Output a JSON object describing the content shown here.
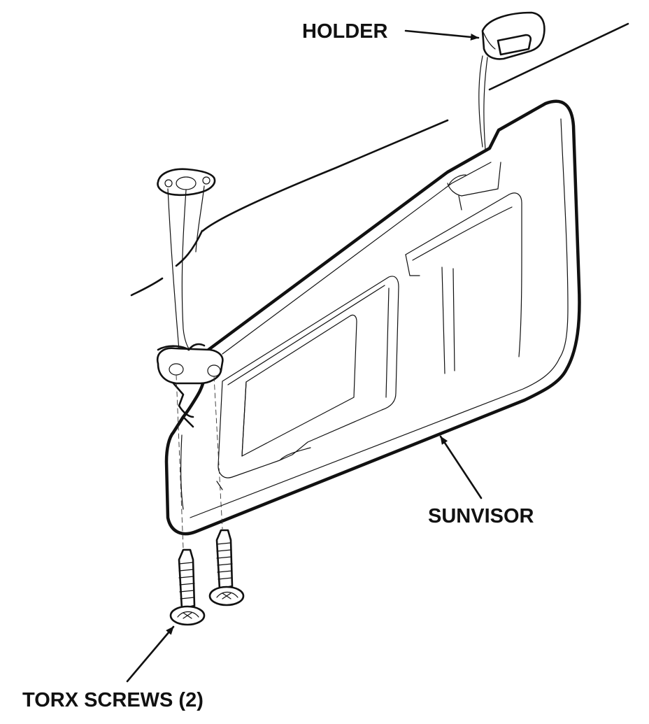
{
  "labels": {
    "holder": "HOLDER",
    "sunvisor": "SUNVISOR",
    "torx_screws": "TORX SCREWS (2)"
  },
  "colors": {
    "ink": "#111111",
    "background": "#ffffff"
  }
}
